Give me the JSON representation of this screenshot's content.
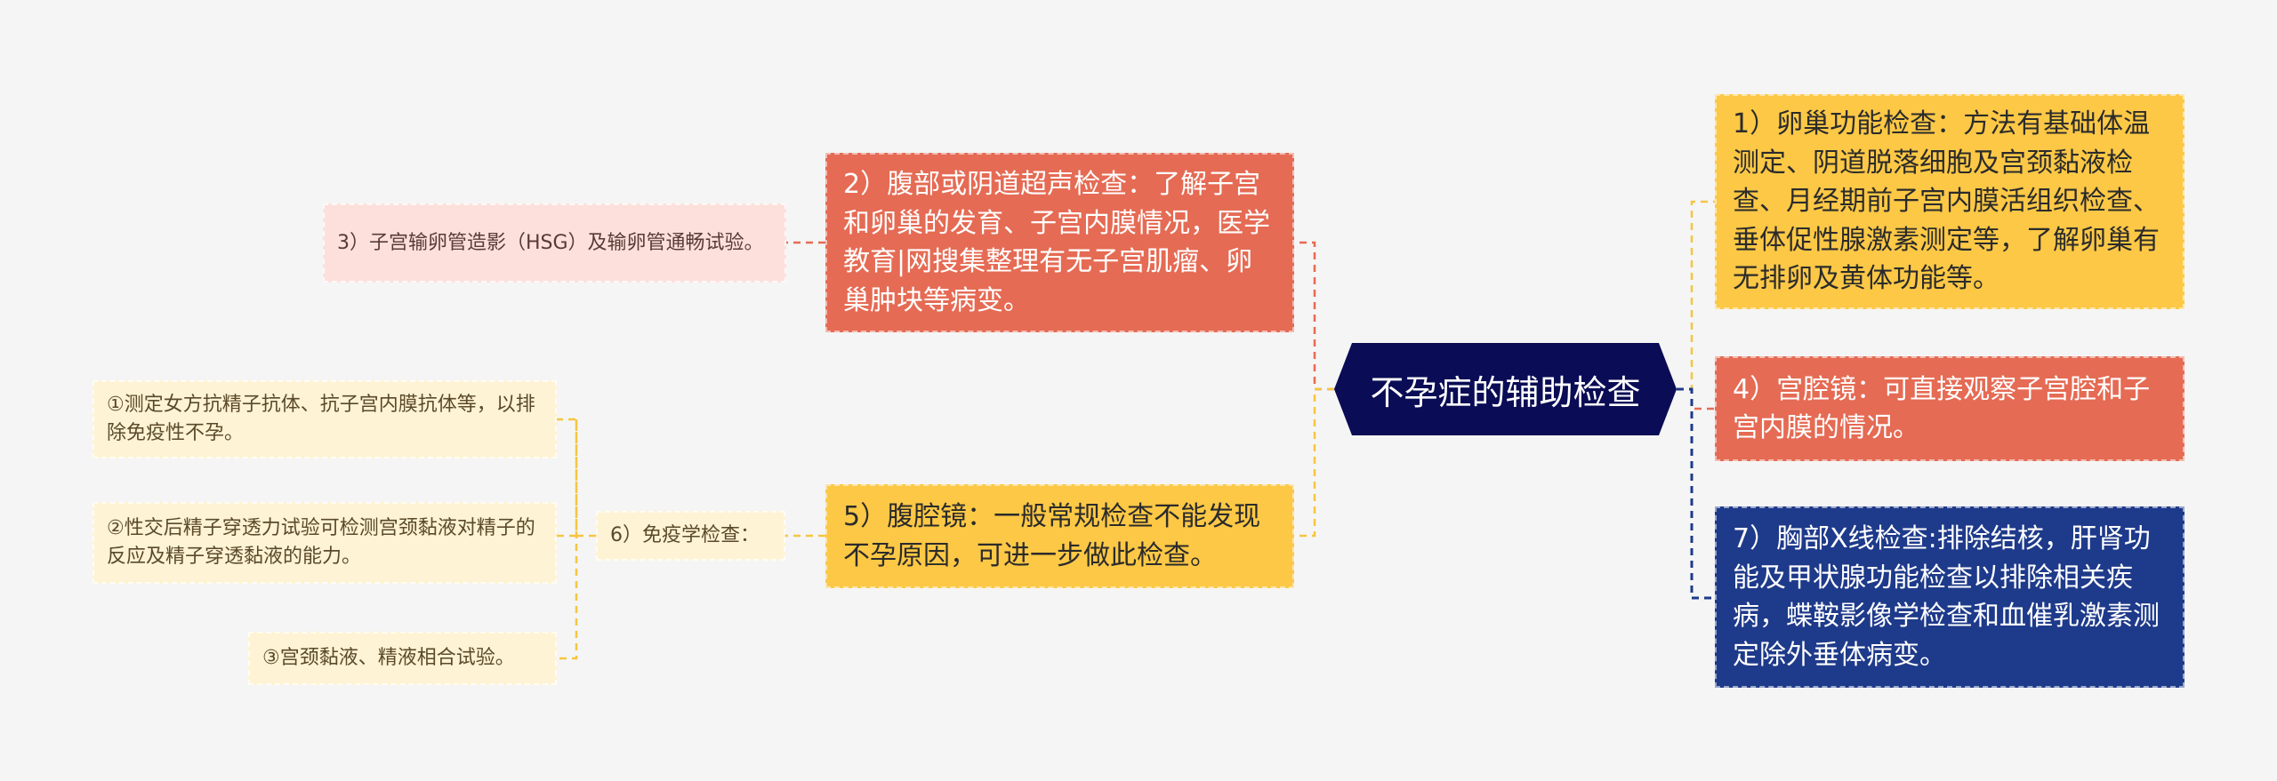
{
  "colors": {
    "background": "#f5f5f5",
    "center": "#0a0c55",
    "yellow": "#fcc846",
    "red": "#e56b54",
    "navy": "#1e3a8a",
    "pale_pink": "#fde0db",
    "pale_yellow": "#fef3d4",
    "line_yellow": "#f5c542",
    "line_red": "#e56b54",
    "line_navy": "#1e3a8a"
  },
  "center": {
    "label": "不孕症的辅助检查"
  },
  "right": {
    "ovary": "1）卵巢功能检查：方法有基础体温测定、阴道脱落细胞及宫颈黏液检查、月经期前子宫内膜活组织检查、垂体促性腺激素测定等，了解卵巢有无排卵及黄体功能等。",
    "hysteroscopy": "4）宫腔镜：可直接观察子宫腔和子宫内膜的情况。",
    "chest": "7）胸部X线检查:排除结核，肝肾功能及甲状腺功能检查以排除相关疾病，蝶鞍影像学检查和血催乳激素测定除外垂体病变。"
  },
  "left": {
    "ultrasound": "2）腹部或阴道超声检查：了解子宫和卵巢的发育、子宫内膜情况，医学教育|网搜集整理有无子宫肌瘤、卵巢肿块等病变。",
    "hsg": "3）子宫输卵管造影（HSG）及输卵管通畅试验。",
    "laparoscopy": "5）腹腔镜：一般常规检查不能发现不孕原因，可进一步做此检查。",
    "immunology": "6）免疫学检查：",
    "immuno_1": "①测定女方抗精子抗体、抗子宫内膜抗体等，以排除免疫性不孕。",
    "immuno_2": "②性交后精子穿透力试验可检测宫颈黏液对精子的反应及精子穿透黏液的能力。",
    "immuno_3": "③宫颈黏液、精液相合试验。"
  }
}
